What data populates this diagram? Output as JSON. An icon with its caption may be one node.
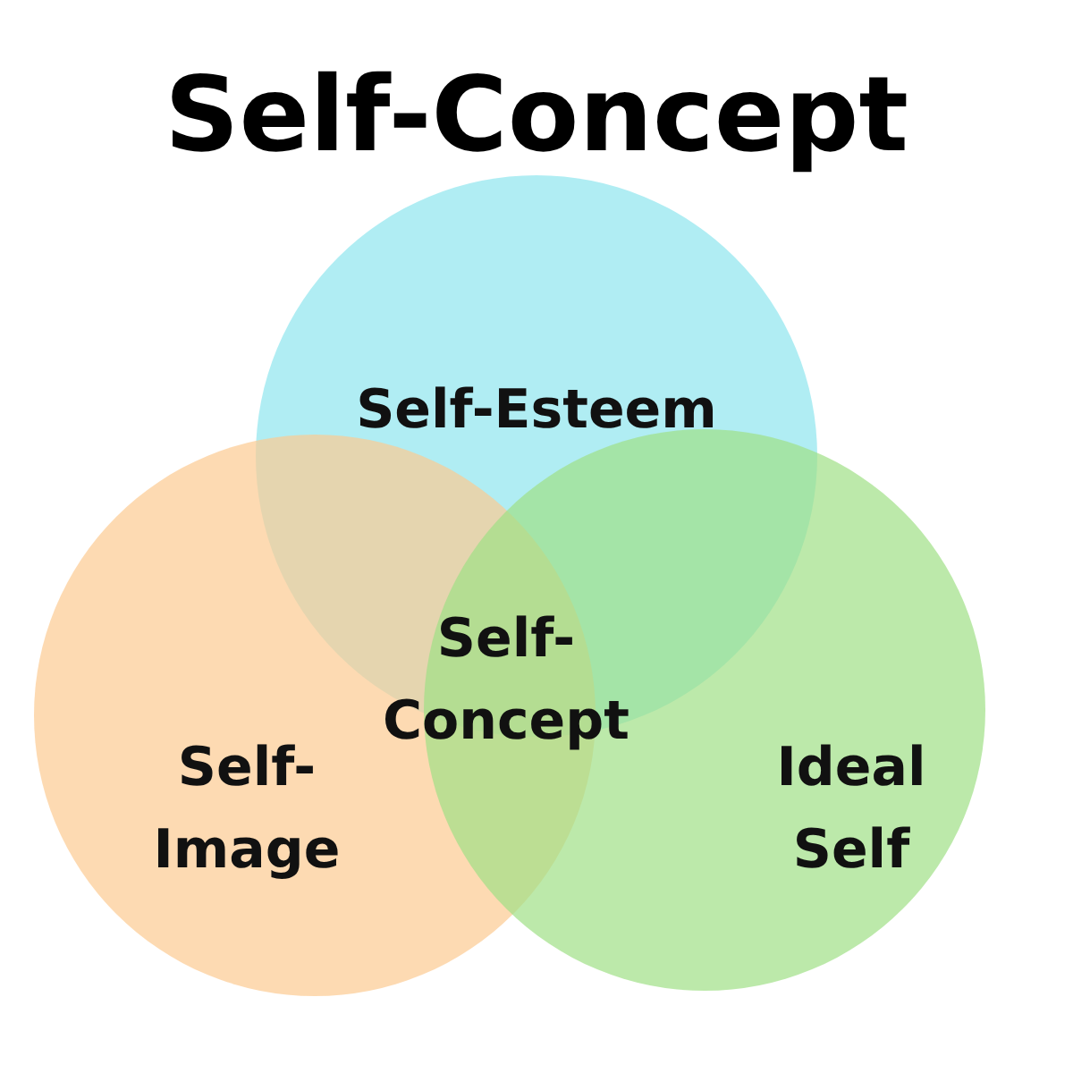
{
  "diagram": {
    "title": "Self-Concept",
    "nodes": [
      {
        "text": [
          "Self-Esteem"
        ]
      },
      {
        "text": [
          "Self- Image"
        ]
      },
      {
        "text": [
          "Ideal Self"
        ]
      }
    ],
    "labels": [
      "Self- Concept"
    ]
  }
}
